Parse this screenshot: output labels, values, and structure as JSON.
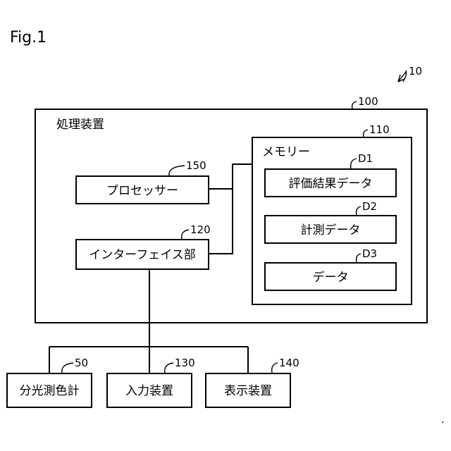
{
  "figure": {
    "title": "Fig.1",
    "system_ref": "10",
    "dot": "."
  },
  "boxes": {
    "processing_device": {
      "label": "処理装置",
      "ref": "100"
    },
    "memory": {
      "label": "メモリー",
      "ref": "110"
    },
    "evaluation_result_data": {
      "label": "評価結果データ",
      "ref": "D1"
    },
    "measurement_data": {
      "label": "計測データ",
      "ref": "D2"
    },
    "data": {
      "label": "データ",
      "ref": "D3"
    },
    "processor": {
      "label": "プロセッサー",
      "ref": "150"
    },
    "interface_unit": {
      "label": "インターフェイス部",
      "ref": "120"
    },
    "spectrophotometer": {
      "label": "分光測色計",
      "ref": "50"
    },
    "input_device": {
      "label": "入力装置",
      "ref": "130"
    },
    "display_device": {
      "label": "表示装置",
      "ref": "140"
    }
  }
}
